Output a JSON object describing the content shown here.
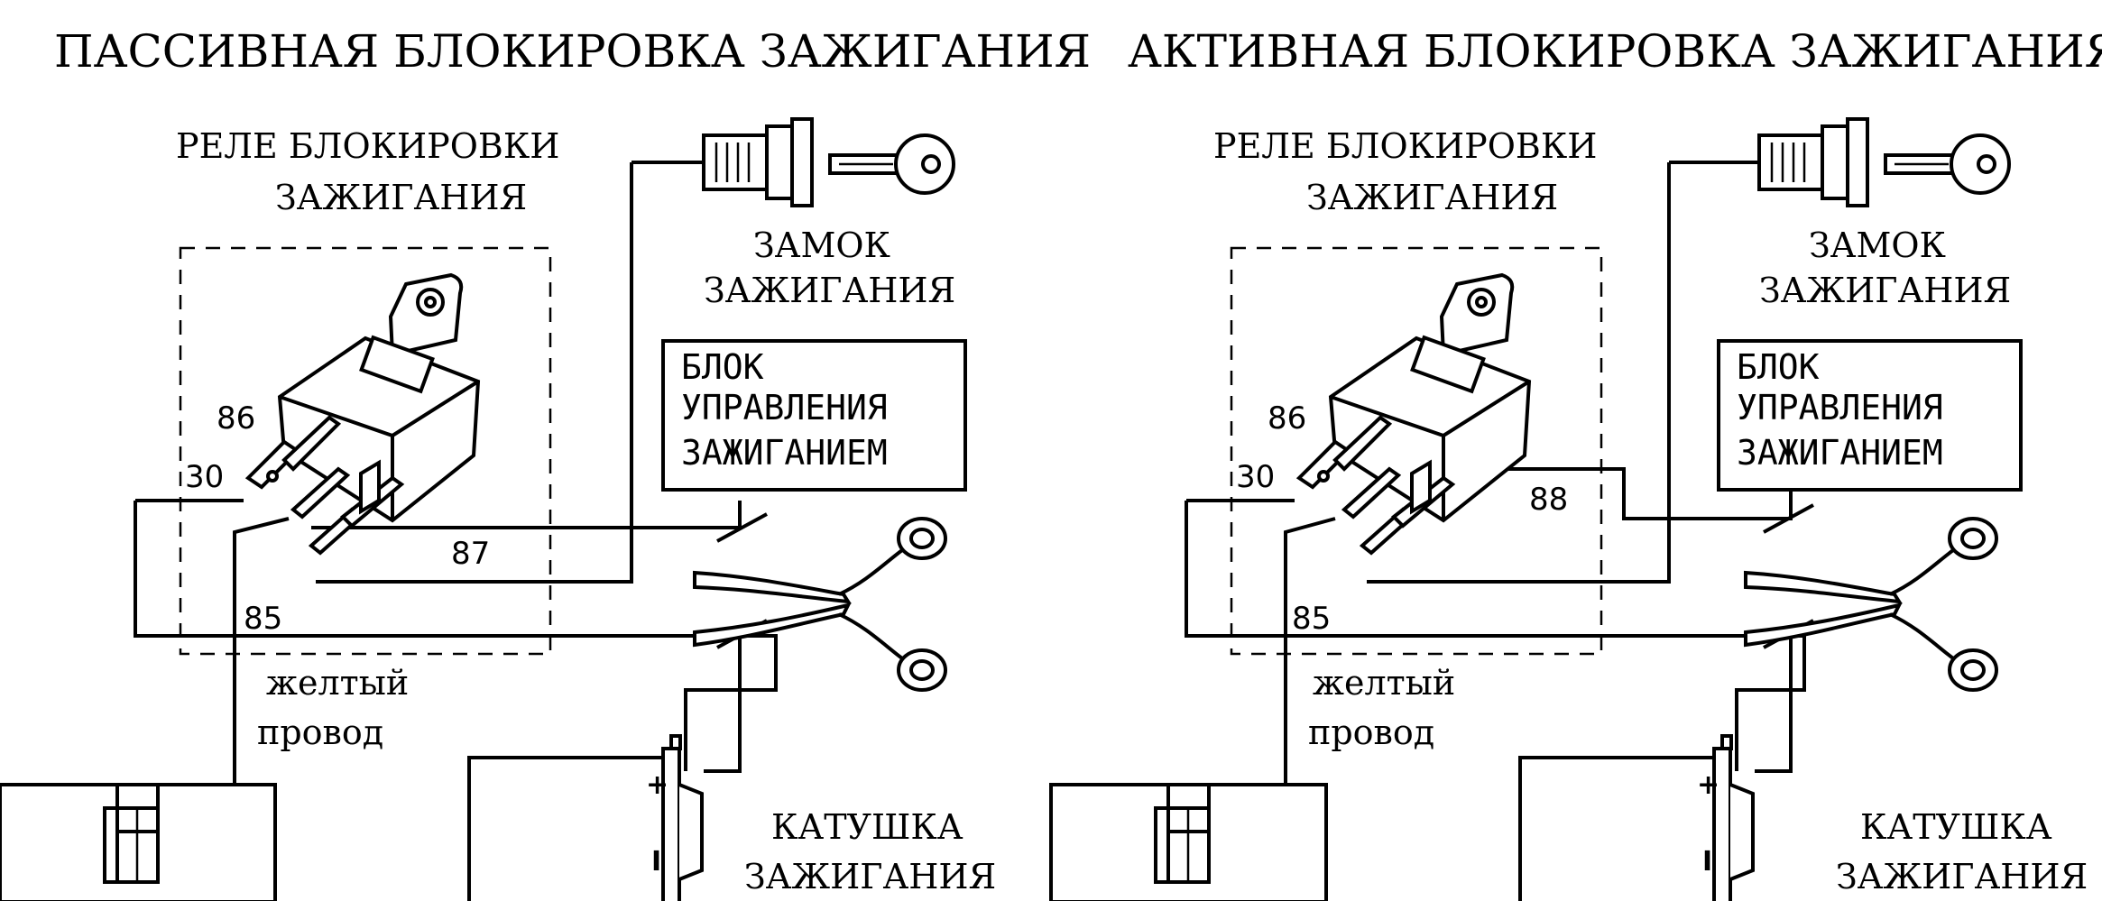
{
  "panels": [
    {
      "title": "ПАССИВНАЯ БЛОКИРОВКА ЗАЖИГАНИЯ",
      "relay_label_line1": "РЕЛЕ БЛОКИРОВКИ",
      "relay_label_line2": "ЗАЖИГАНИЯ",
      "lock_label_line1": "ЗАМОК",
      "lock_label_line2": "ЗАЖИГАНИЯ",
      "control_unit_line1": "БЛОК",
      "control_unit_line2": "УПРАВЛЕНИЯ",
      "control_unit_line3": "ЗАЖИГАНИЕМ",
      "coil_label_line1": "КАТУШКА",
      "coil_label_line2": "ЗАЖИГАНИЯ",
      "wire_label_line1": "желтый",
      "wire_label_line2": "провод",
      "pin_86": "86",
      "pin_30": "30",
      "pin_85": "85",
      "pin_extra": "87",
      "coil_plus": "+",
      "coil_minus": "I"
    },
    {
      "title": "АКТИВНАЯ БЛОКИРОВКА ЗАЖИГАНИЯ",
      "relay_label_line1": "РЕЛЕ БЛОКИРОВКИ",
      "relay_label_line2": "ЗАЖИГАНИЯ",
      "lock_label_line1": "ЗАМОК",
      "lock_label_line2": "ЗАЖИГАНИЯ",
      "control_unit_line1": "БЛОК",
      "control_unit_line2": "УПРАВЛЕНИЯ",
      "control_unit_line3": "ЗАЖИГАНИЕМ",
      "coil_label_line1": "КАТУШКА",
      "coil_label_line2": "ЗАЖИГАНИЯ",
      "wire_label_line1": "желтый",
      "wire_label_line2": "провод",
      "pin_86": "86",
      "pin_30": "30",
      "pin_85": "85",
      "pin_extra": "88",
      "coil_plus": "+",
      "coil_minus": "I"
    }
  ]
}
